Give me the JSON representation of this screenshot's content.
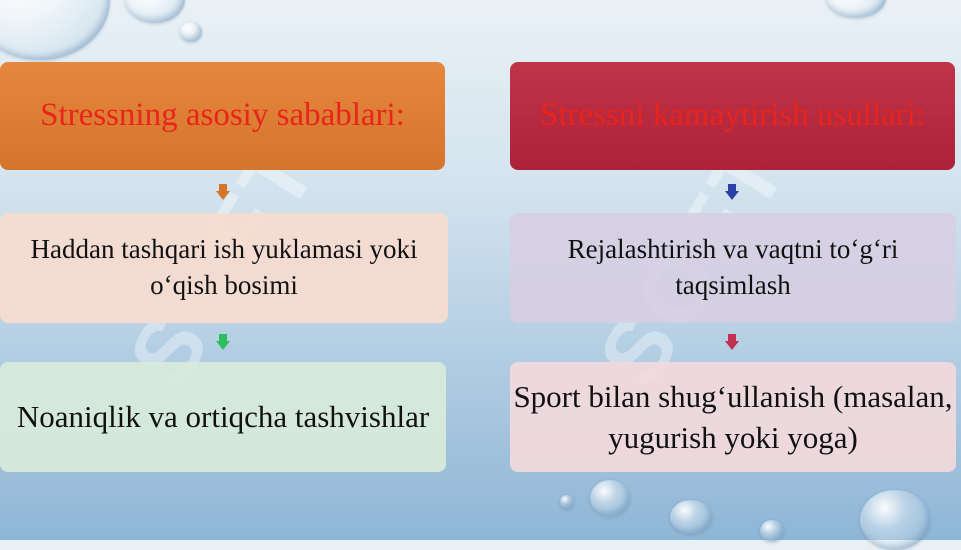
{
  "left": {
    "header": "Stressning asosiy sabablari:",
    "items": [
      "Haddan tashqari ish yuklamasi yoki o‘qish bosimi",
      "Noaniqlik va ortiqcha tashvishlar"
    ]
  },
  "right": {
    "header": "Stressni kamaytirish usullari:",
    "items": [
      "Rejalashtirish va vaqtni to‘g‘ri taqsimlash",
      "Sport bilan shug‘ullanish (masalan, yugurish yoki yoga)"
    ]
  },
  "colors": {
    "left_header_bg": "#d97d35",
    "right_header_bg": "#b52a3f",
    "header_text": "#e8241c",
    "arrow_left_1": "#d4752c",
    "arrow_left_2": "#2ebd5f",
    "arrow_right_1": "#2b3fa8",
    "arrow_right_2": "#c2314f"
  }
}
